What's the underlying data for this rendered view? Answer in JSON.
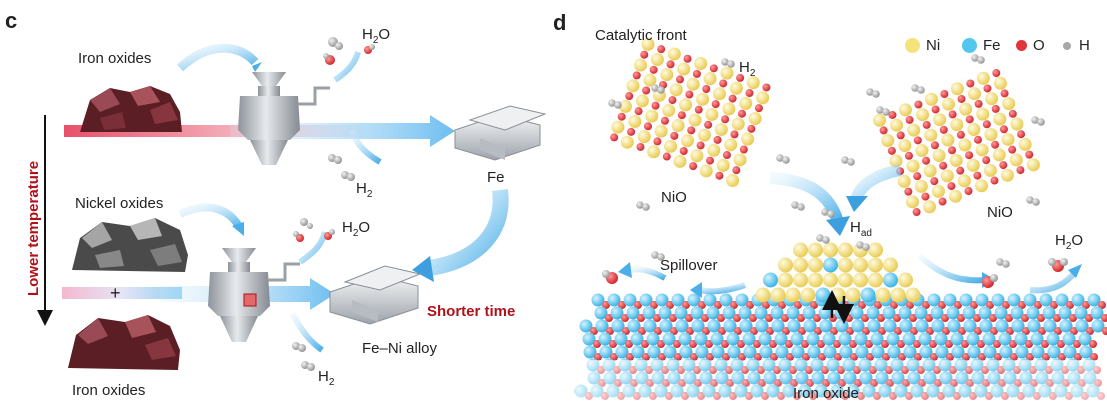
{
  "panel_c": {
    "label": "c",
    "top_input": "Iron oxides",
    "top_output_water": "H",
    "top_output_water_sub": "2",
    "top_output_water_end": "O",
    "top_h2": "H",
    "top_h2_sub": "2",
    "top_product": "Fe",
    "side_label": "Lower temperature",
    "bottom_input_a": "Nickel oxides",
    "plus": "+",
    "bottom_input_b": "Iron oxides",
    "bottom_output_water": "H",
    "bottom_output_water_sub": "2",
    "bottom_output_water_end": "O",
    "bottom_h2": "H",
    "bottom_h2_sub": "2",
    "bottom_product": "Fe–Ni alloy",
    "time_label": "Shorter time"
  },
  "panel_d": {
    "label": "d",
    "catalytic_front": "Catalytic front",
    "h2": "H",
    "h2_sub": "2",
    "nio_left": "NiO",
    "nio_right": "NiO",
    "had": "H",
    "had_sub": "ad",
    "spillover": "Spillover",
    "water": "H",
    "water_sub": "2",
    "water_end": "O",
    "substrate": "Iron oxide",
    "legend": [
      {
        "label": "Ni",
        "color": "#f4e27a"
      },
      {
        "label": "Fe",
        "color": "#52c6ee"
      },
      {
        "label": "O",
        "color": "#e0353a"
      },
      {
        "label": "H",
        "color": "#a8a8a8"
      }
    ]
  }
}
